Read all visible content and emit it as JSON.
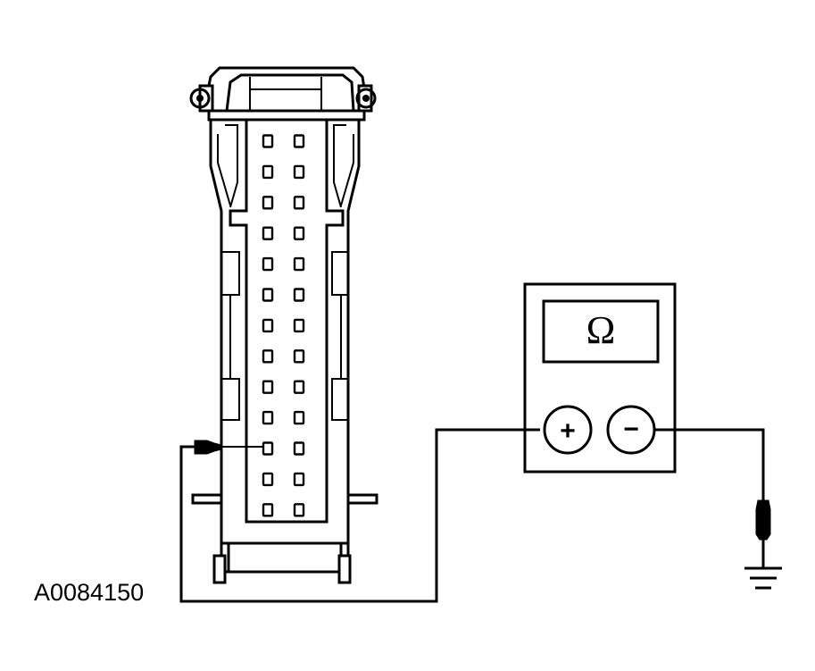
{
  "figure": {
    "id_label": "A0084150"
  },
  "meter": {
    "display_symbol": "Ω",
    "positive_label": "+",
    "negative_label": "−"
  },
  "connector": {
    "columns": 2,
    "rows": 13,
    "probed_pin": {
      "column": 1,
      "row": 11
    }
  }
}
